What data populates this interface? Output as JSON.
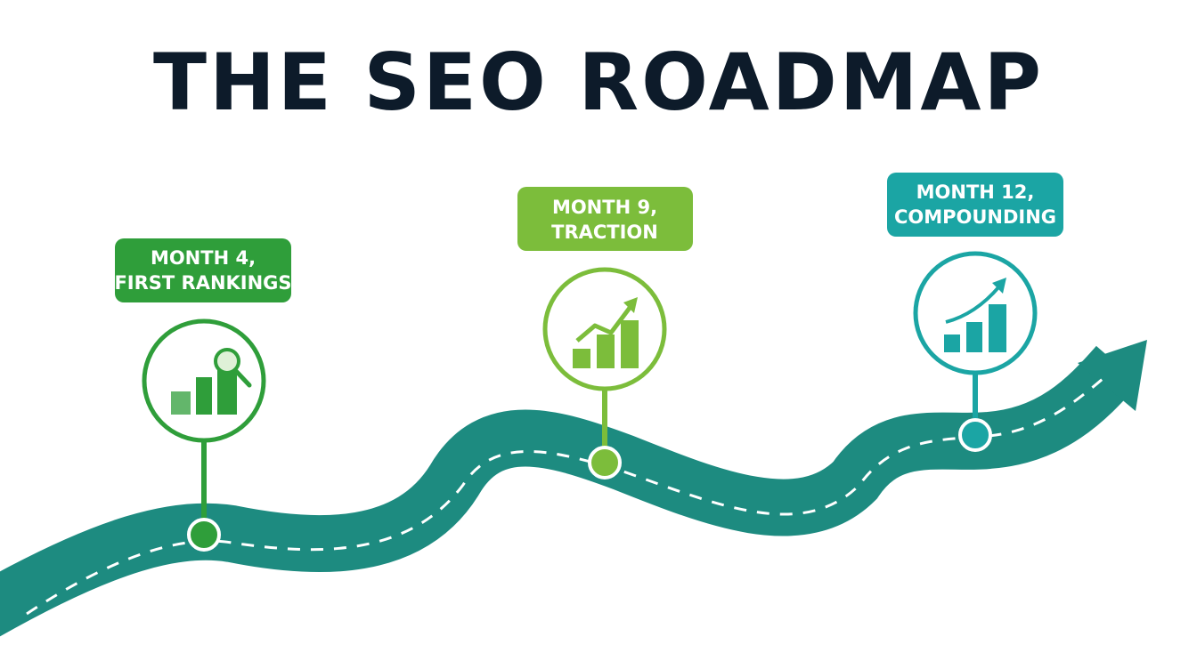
{
  "title": "THE SEO ROADMAP",
  "colors": {
    "title": "#0d1b2a",
    "road": "#1d8b80",
    "road_dash": "#ffffff",
    "milestone_1": "#2f9e3a",
    "milestone_2": "#7cbd3b",
    "milestone_3": "#1ba5a4"
  },
  "milestones": [
    {
      "label_line1": "MONTH 4,",
      "label_line2": "FIRST RANKINGS",
      "icon": "bar-chart-magnifier-icon"
    },
    {
      "label_line1": "MONTH 9,",
      "label_line2": "TRACTION",
      "icon": "bar-chart-trend-arrow-icon"
    },
    {
      "label_line1": "MONTH 12,",
      "label_line2": "COMPOUNDING",
      "icon": "bar-chart-growth-arrow-icon"
    }
  ]
}
